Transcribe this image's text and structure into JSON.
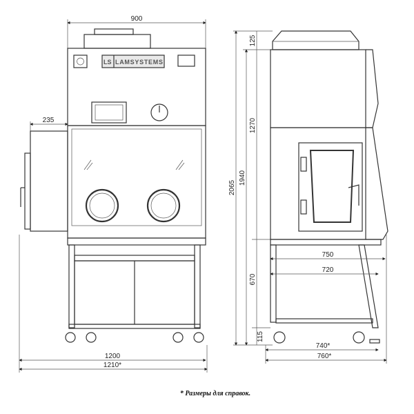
{
  "title": "LAMSYSTEMS biosafety isolator – dimensional drawing",
  "brand": {
    "mark": "LS",
    "name": "LAMSYSTEMS"
  },
  "front_view": {
    "dims": {
      "width_top": "900",
      "pass_box": "235",
      "width_base": "1200",
      "width_overall": "1210*"
    }
  },
  "side_view": {
    "dims": {
      "total_height": "2065",
      "height_no_filter": "1940",
      "filter_height": "125",
      "body_height": "1270",
      "stand_height": "670",
      "wheel_height": "115",
      "depth_top": "750",
      "depth_inner": "720",
      "depth_base": "740*",
      "depth_overall": "760*"
    }
  },
  "footnote": "* Размеры для справок."
}
